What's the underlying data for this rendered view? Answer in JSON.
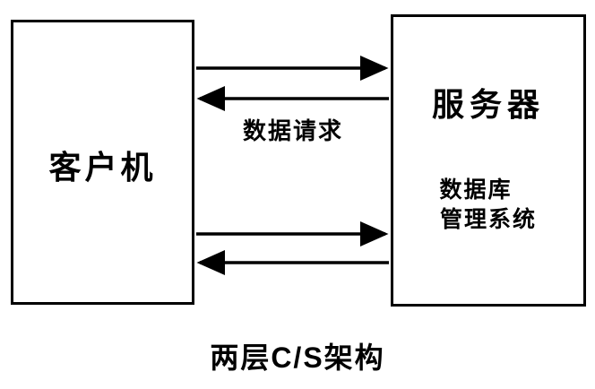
{
  "diagram": {
    "client": {
      "label": "客户机"
    },
    "server": {
      "label": "服务器",
      "subsystem_line1": "数据库",
      "subsystem_line2": "管理系统"
    },
    "arrows": {
      "request_label": "数据请求",
      "directions": [
        "client-to-server-top",
        "server-to-client-top",
        "client-to-server-bottom",
        "server-to-client-bottom"
      ]
    },
    "caption": "两层C/S架构",
    "colors": {
      "stroke": "#000000",
      "background": "#ffffff"
    }
  }
}
